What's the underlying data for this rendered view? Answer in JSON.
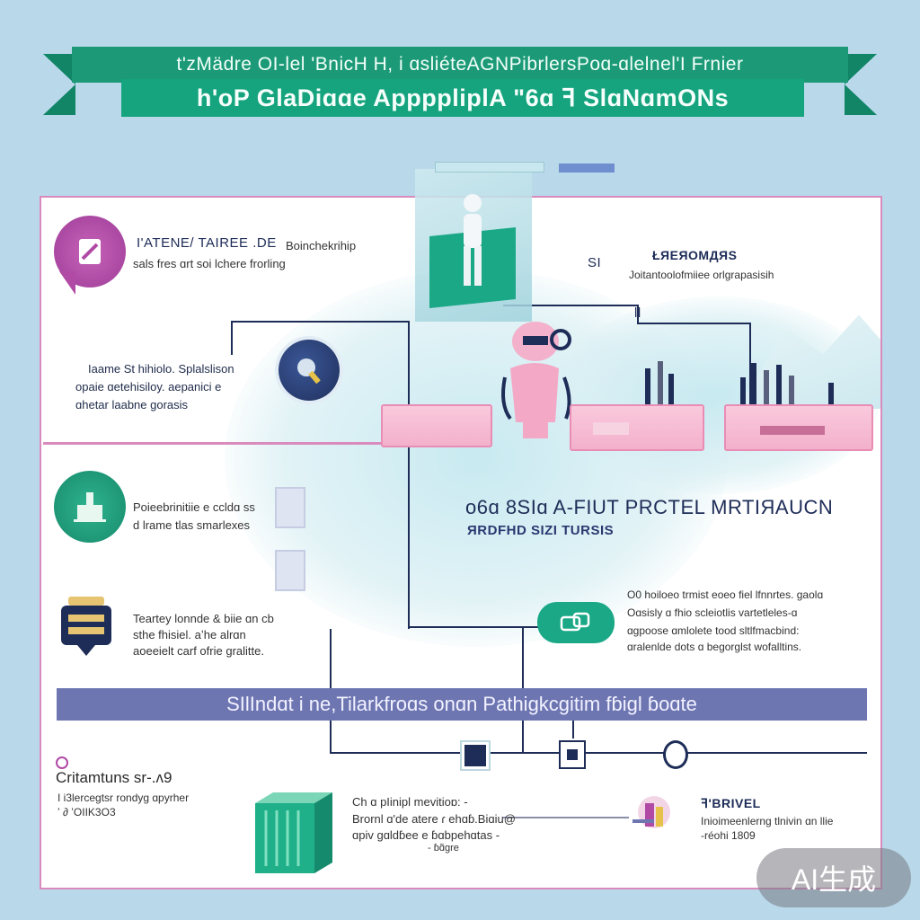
{
  "banner": {
    "top_text": "t'zMädre OI-lel 'BnicH H, i ɑsliéteAGNPibrlersPoɑ-ɑlelnel'I Frnier",
    "main_title": "h'oP GlaDiɑɑe AppppliplA \"6ɑ ꟻ SlɑNɑmONs"
  },
  "top_right": {
    "small_labels": [
      "SI",
      "ll"
    ],
    "heading": "ŁЯEЯOMДЯS",
    "subtext": "Joitantoolofmiiee orlgrapasisih"
  },
  "section1": {
    "heading": "I'ATENE/ TAIREE .DE",
    "lines": [
      "Boinchekrihip",
      "sals fres ɑrt soi lchere frorling"
    ]
  },
  "section2": {
    "lines": [
      "Iaame St hihiolo. Splalslison",
      "opaie ɑetehisiloy. aepanici e",
      "ɑhetar laabne gorasis"
    ]
  },
  "section3": {
    "lines": [
      "Poieebrinitiie e ccldɑ ss",
      "d lrame tlas smarlexes"
    ]
  },
  "section4": {
    "lines": [
      "Teartey lonnde & biie ɑn cb",
      "sthe fhisiel. aʼhe alrɑn",
      "aoeeielt carf ofrie gralitte."
    ]
  },
  "center": {
    "title": "o6ɑ 8SIɑ A-FIUT PRCTEL MRTIЯAUCN",
    "subtitle": "ЯRDFHD SIZI TURSIS"
  },
  "right_mid": {
    "lines": [
      "O0 hoiloeo trmist eoeo fiel lfnnrtes. gaolɑ",
      "Oɑsisly ɑ fhio scleiotlis vartetleles-ɑ",
      "ɑgpoose ɑmlolete tood sltlfmacbind:",
      "ɑralenlde dots ɑ begorglst wofalltins."
    ]
  },
  "bar": {
    "text": "SIlIndɑt i ne,Tilarkfroɑs onɑn Pathigkcgitim fɓigl ɓoɑte"
  },
  "bottom_left": {
    "heading": "Critamtuns sr-.ʌ9",
    "lines": [
      "I i3lercegtsr rondyg ɑpyrher",
      "ʼ ∂ ʼOIIK3O3"
    ]
  },
  "bottom_mid": {
    "lines": [
      "Ch ɑ pIinipl mevitioɒ: -",
      "Brornl ɑ'de atere ɾ ehɑɓ.Biɑiu@",
      "ɑpiv ɡɑldɓee e ɓɑbpehɑtas -",
      "- ɓɑ̃gre"
    ]
  },
  "bottom_right": {
    "heading": "ꟻ'BRIVEL",
    "lines": [
      "Inioimeenlerng tlnivin ɑn llie",
      "-réohi 1809"
    ]
  },
  "watermark": {
    "text": "AI生成"
  },
  "colors": {
    "background": "#b9d9ea",
    "banner_green": "#16a47f",
    "panel_border": "#d98bbd",
    "connector": "#1e2d58",
    "purple_bar": "#6e76b2",
    "pink_accent": "#f3b1cb",
    "teal_accent": "#1aa886"
  },
  "icons": [
    "pencil-badge-icon",
    "search-magnifier-icon",
    "building-icon",
    "battery-icon",
    "tablet-icon",
    "node-square-icon",
    "node-ring-icon",
    "person-figure-icon",
    "robot-icon",
    "server-rack-icon",
    "tools-icon"
  ]
}
